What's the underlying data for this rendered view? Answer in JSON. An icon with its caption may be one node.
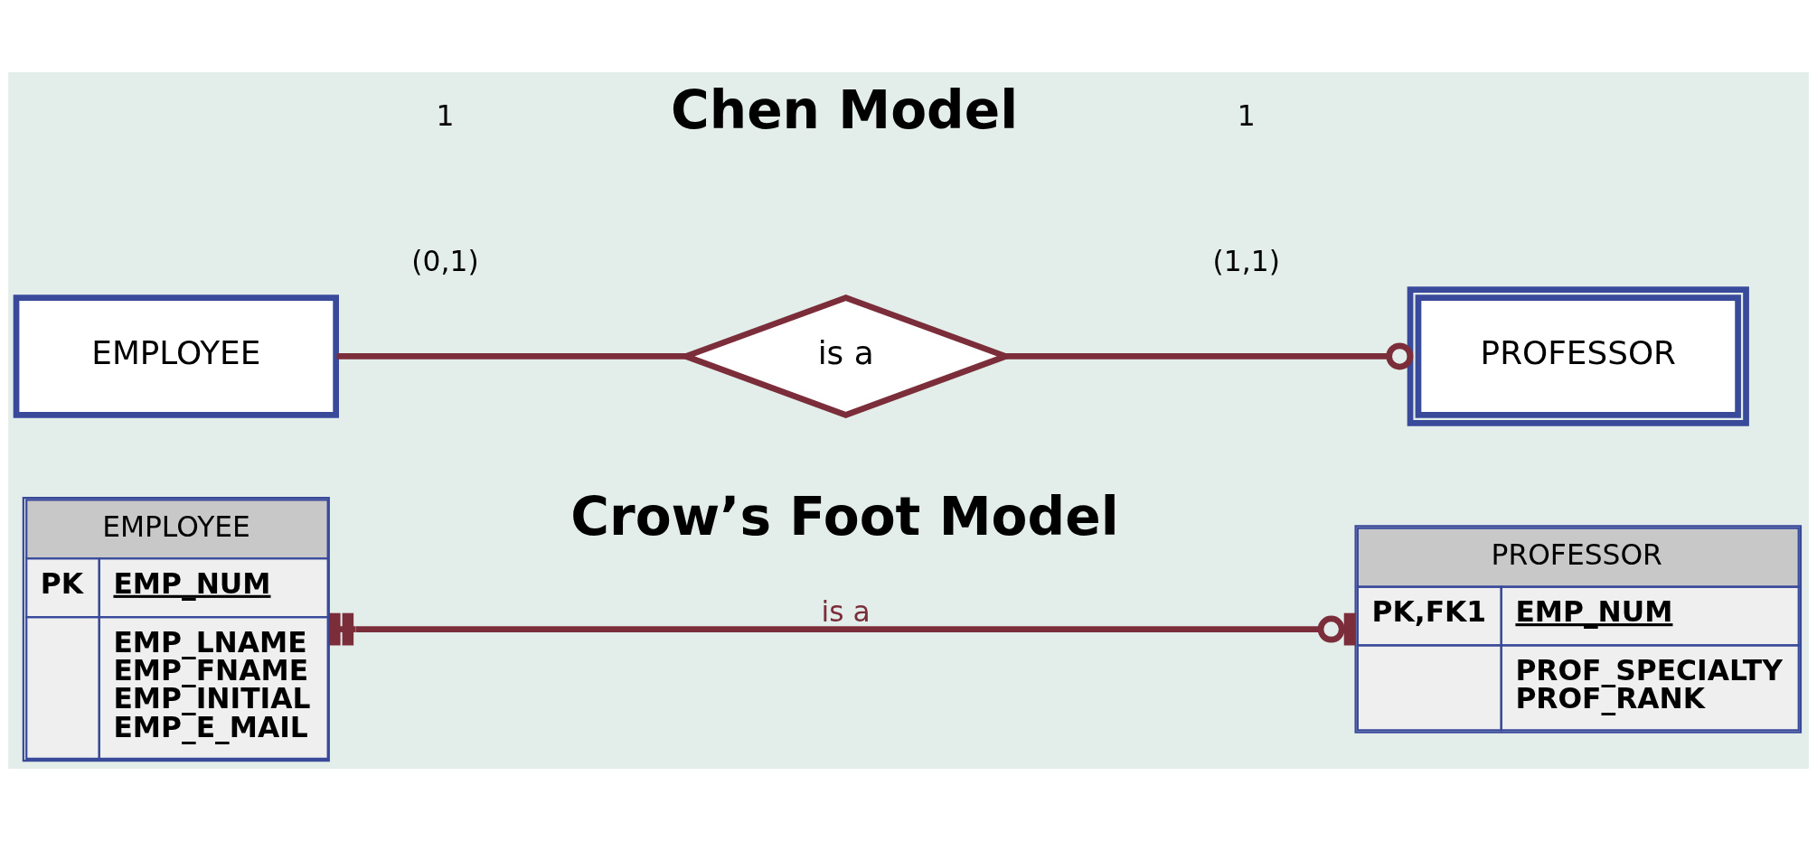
{
  "diagram": {
    "nodes": [
      {
        "text": [
          "EMPLOYEE"
        ]
      },
      {
        "text": [
          "is a"
        ]
      },
      {
        "text": [
          "PROFESSOR"
        ]
      },
      {
        "text": [
          "EMPLOYEE",
          "PK",
          "EMP_NUM",
          "EMP_LNAME EMP_FNAME EMP_INITIAL EMP_E_MAIL"
        ]
      },
      {
        "text": [
          "PROFESSOR",
          "PK,FK1",
          "EMP_NUM",
          "PROF_SPECIALTY PROF_RANK"
        ]
      }
    ],
    "edges": [
      {
        "from": 0,
        "to": 1,
        "arrow": "none"
      },
      {
        "from": 1,
        "to": 2,
        "arrow": "other"
      },
      {
        "from": 3,
        "to": 4,
        "arrow": "other",
        "label": "is a"
      }
    ],
    "labels": [
      "Chen Model",
      "1",
      "1",
      "(0,1)",
      "(1,1)",
      "Crow’s Foot Model"
    ]
  }
}
